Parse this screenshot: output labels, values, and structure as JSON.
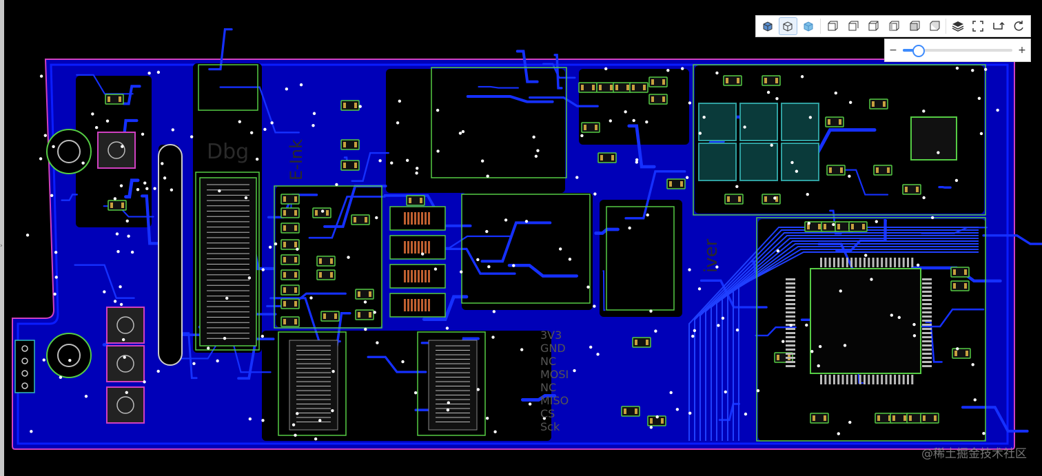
{
  "toolbar": {
    "buttons": [
      {
        "name": "view-3d-solid-icon",
        "active": false
      },
      {
        "name": "view-3d-outline-icon",
        "active": true
      },
      {
        "name": "view-3d-shaded-icon",
        "active": false
      },
      {
        "name": "view-top-icon",
        "active": false
      },
      {
        "name": "view-bottom-icon",
        "active": false
      },
      {
        "name": "view-left-icon",
        "active": false
      },
      {
        "name": "view-right-icon",
        "active": false
      },
      {
        "name": "view-front-icon",
        "active": false
      },
      {
        "name": "view-back-icon",
        "active": false
      },
      {
        "name": "layers-icon",
        "active": false
      },
      {
        "name": "fullscreen-icon",
        "active": false
      },
      {
        "name": "rotate-flip-icon",
        "active": false
      },
      {
        "name": "reset-rotation-icon",
        "active": false
      }
    ]
  },
  "zoom": {
    "minus_label": "−",
    "plus_label": "+",
    "level": 0.14
  },
  "board": {
    "silk_labels": [
      "3V3",
      "GND",
      "NC",
      "MOSI",
      "NC",
      "MISO",
      "CS",
      "Sck"
    ],
    "silk_left": [
      "Dbg",
      "E-Ink"
    ],
    "silk_driver": "iver"
  },
  "watermark": "@稀土掘金技术社区",
  "colors": {
    "trace": "#0a1cff",
    "pad": "#c8a040",
    "silk": "#55cc44",
    "outline": "#d040c0"
  }
}
